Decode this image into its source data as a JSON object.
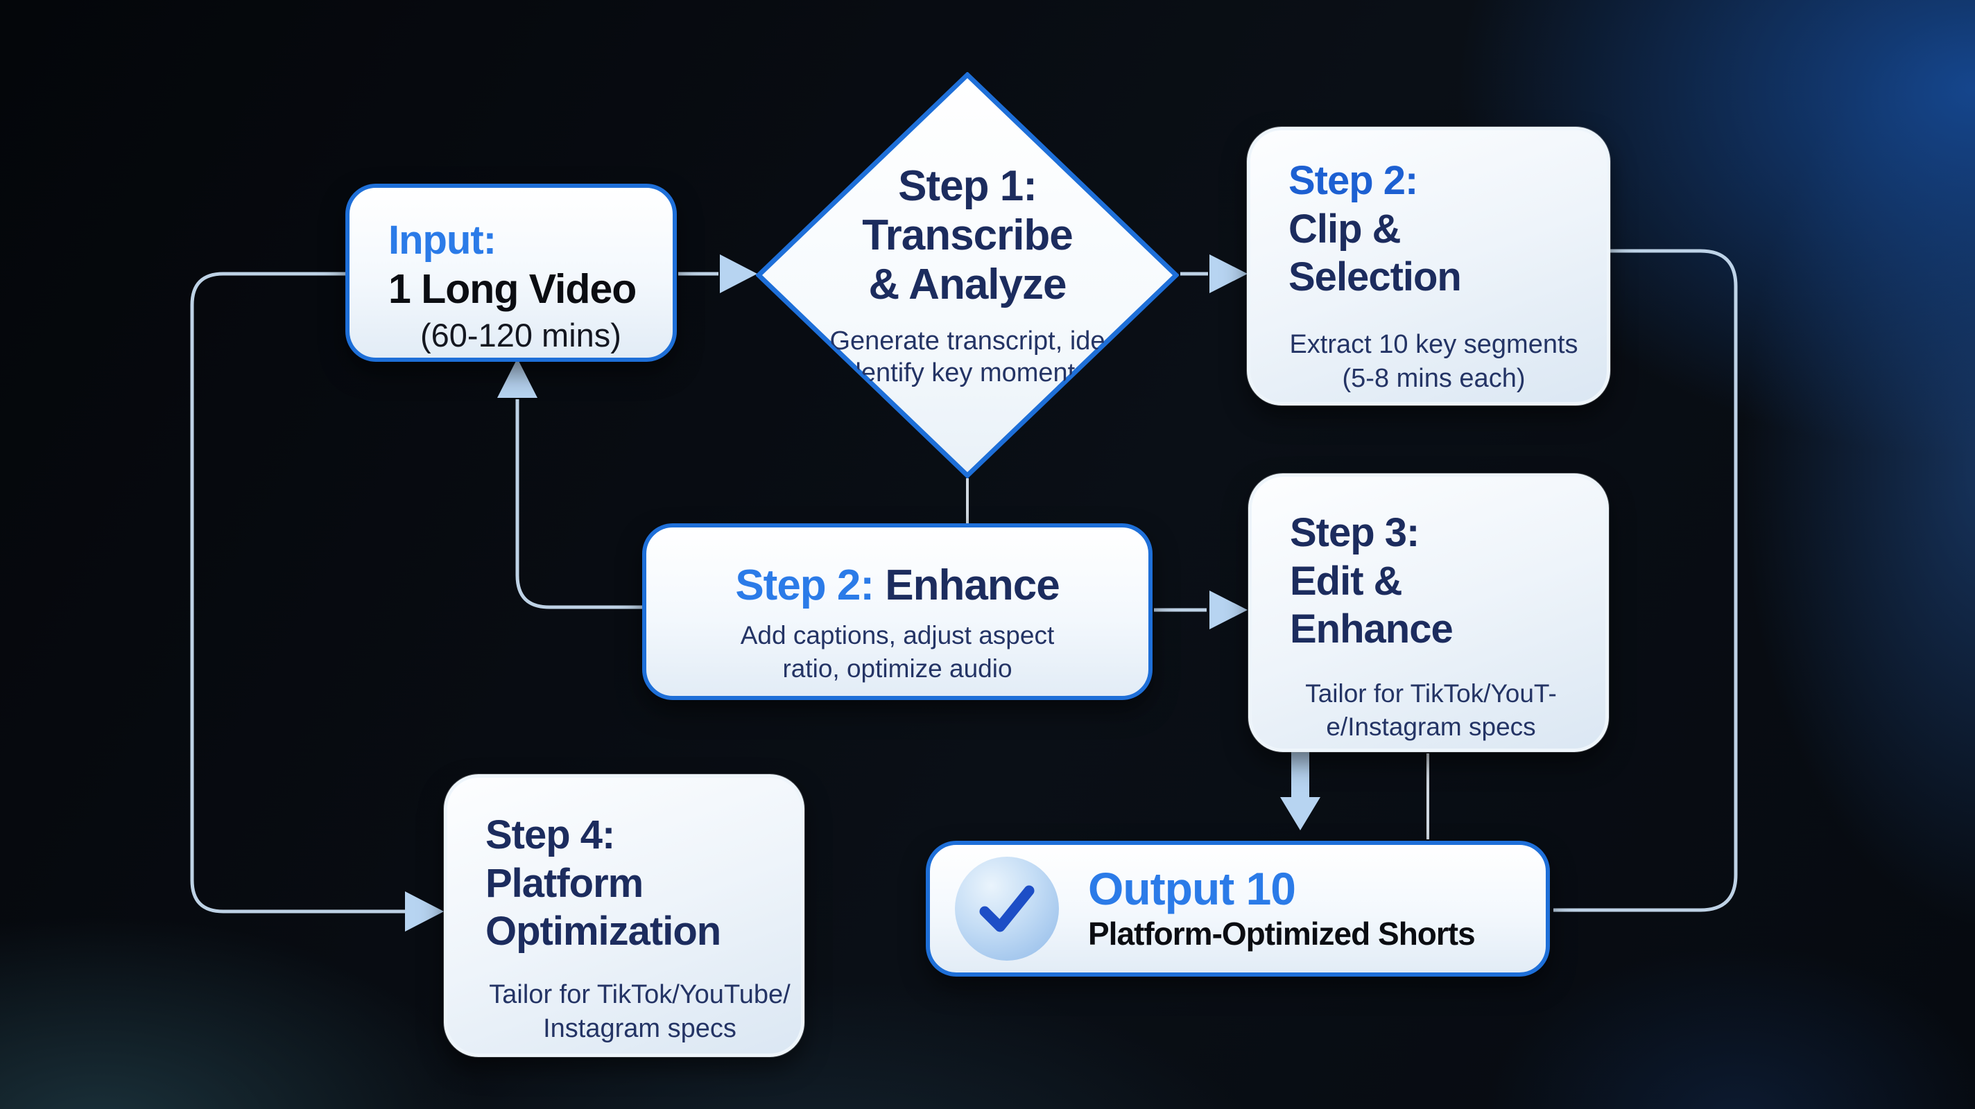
{
  "flow": {
    "input": {
      "title": "Input:",
      "video_label": "1 Long Video",
      "duration": "(60-120 mins)"
    },
    "step1": {
      "title_lines": [
        "Step 1:",
        "Transcribe",
        "& Analyze"
      ],
      "desc_lines": [
        "Generate transcript, ide",
        "dentify key moments"
      ]
    },
    "step2_clip": {
      "accent": "Step 2:",
      "title_lines": [
        "Clip &",
        "Selection"
      ],
      "desc_lines": [
        "Extract 10 key segments",
        "(5-8 mins each)"
      ]
    },
    "step2_enhance": {
      "accent": "Step 2:",
      "title_rest": " Enhance",
      "desc_lines": [
        "Add captions, adjust aspect",
        "ratio, optimize audio"
      ]
    },
    "step3": {
      "title_lines": [
        "Step 3:",
        "Edit &",
        "Enhance"
      ],
      "desc_lines": [
        "Tailor for TikTok/YouT-",
        "e/Instagram specs"
      ]
    },
    "step4": {
      "title_lines": [
        "Step 4:",
        "Platform",
        "Optimization"
      ],
      "desc_lines": [
        "Tailor for TikTok/YouTube/",
        "Instagram specs"
      ]
    },
    "output": {
      "title": "Output 10",
      "subtitle": "Platform-Optimized Shorts",
      "icon": "checkmark-icon"
    }
  },
  "colors": {
    "accent_blue": "#2b7be8",
    "accent_blue_deep": "#1d60d2",
    "navy_text": "#1c2c5e",
    "border_blue": "#1e6fd8",
    "connector_line": "#c8ddf1",
    "arrowhead": "#b7d4f1",
    "check_blue": "#1d4ec6",
    "black_text": "#0b0d12"
  }
}
